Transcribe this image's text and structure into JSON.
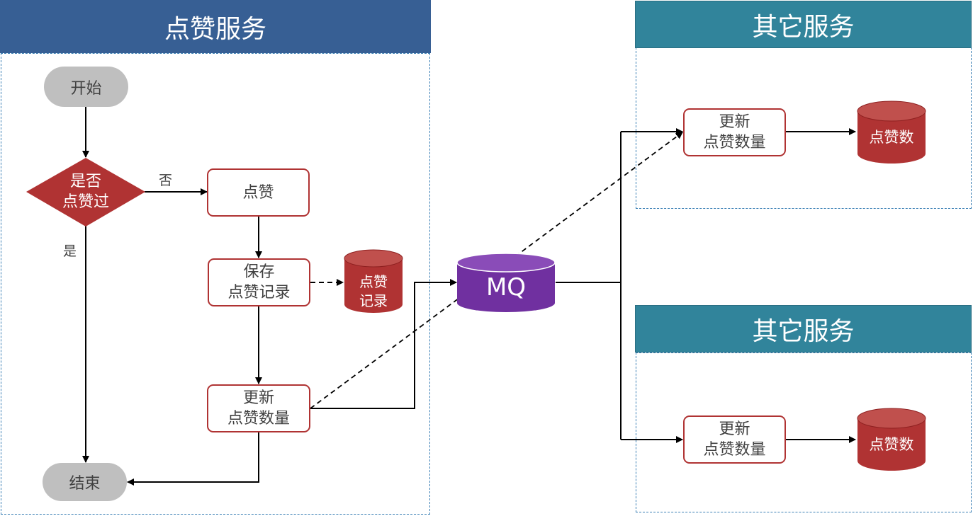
{
  "left_panel": {
    "title": "点赞服务"
  },
  "right_panels": [
    {
      "title": "其它服务",
      "process": [
        "更新",
        "点赞数量"
      ],
      "db": "点赞数"
    },
    {
      "title": "其它服务",
      "process": [
        "更新",
        "点赞数量"
      ],
      "db": "点赞数"
    }
  ],
  "flow": {
    "start": "开始",
    "end": "结束",
    "decision": [
      "是否",
      "点赞过"
    ],
    "no_label": "否",
    "yes_label": "是",
    "like": "点赞",
    "save_record": [
      "保存",
      "点赞记录"
    ],
    "record_db": [
      "点赞",
      "记录"
    ],
    "update_count": [
      "更新",
      "点赞数量"
    ]
  },
  "mq": {
    "label": "MQ"
  },
  "colors": {
    "left_header": "#375f94",
    "right_header": "#31849b",
    "accent_red": "#b03333",
    "mq_purple": "#7030a0",
    "pill_gray": "#bfbfbf"
  }
}
